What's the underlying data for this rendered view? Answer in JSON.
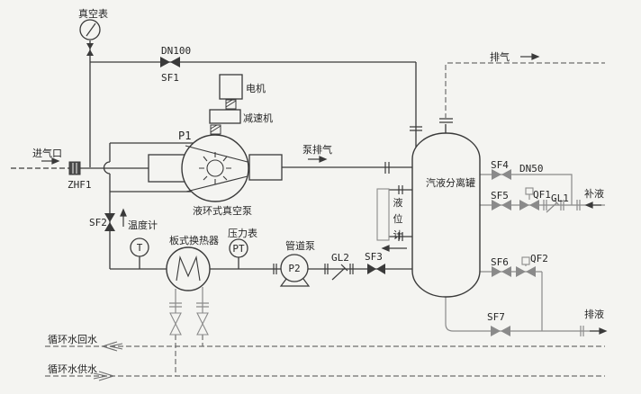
{
  "diagram": {
    "gauges": {
      "vacuum": "真空表",
      "thermometer": "温度计",
      "thermometer_tag": "T",
      "pressure": "压力表",
      "pressure_tag": "PT",
      "level": [
        "液",
        "位",
        "计"
      ]
    },
    "equipment": {
      "motor": "电机",
      "reducer": "减速机",
      "pump_tag": "P1",
      "pump_name": "液环式真空泵",
      "heat_exchanger": "板式换热器",
      "pipeline_pump": "管道泵",
      "pipeline_pump_tag": "P2",
      "separator": "汽液分离罐"
    },
    "valves": {
      "sf1": "SF1",
      "sf2": "SF2",
      "sf3": "SF3",
      "sf4": "SF4",
      "sf5": "SF5",
      "sf6": "SF6",
      "sf7": "SF7",
      "qf1": "QF1",
      "qf2": "QF2",
      "gl1": "GL1",
      "gl2": "GL2",
      "zhf1": "ZHF1"
    },
    "pipes": {
      "dn100": "DN100",
      "dn50": "DN50"
    },
    "streams": {
      "inlet": "进气口",
      "pump_exhaust": "泵排气",
      "exhaust": "排气",
      "makeup": "补液",
      "drain": "排液",
      "cw_return": "循环水回水",
      "cw_supply": "循环水供水"
    },
    "colors": {
      "line_dark": "#3a3a3a",
      "line_gray": "#8a8a8a",
      "dash_gray": "#6e6e6e",
      "background": "#f4f4f1",
      "text": "#262626"
    }
  }
}
